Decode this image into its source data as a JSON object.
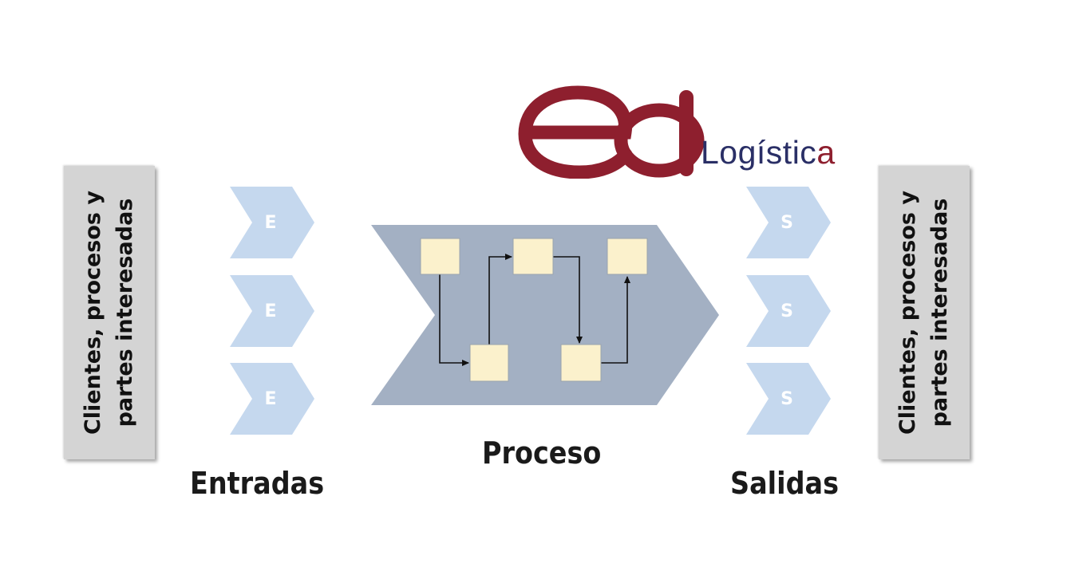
{
  "side_panels": {
    "left_line1": "Clientes, procesos y",
    "left_line2": "partes interesadas",
    "right_line1": "Clientes, procesos y",
    "right_line2": "partes interesadas"
  },
  "inputs": {
    "letters": [
      "E",
      "E",
      "E"
    ],
    "label": "Entradas"
  },
  "process": {
    "label": "Proceso"
  },
  "outputs": {
    "letters": [
      "S",
      "S",
      "S"
    ],
    "label": "Salidas"
  },
  "logo": {
    "mark": "ea",
    "word_main": "Logístic",
    "word_tail": "a"
  },
  "colors": {
    "chevron_light": "#c5d8ee",
    "process_fill": "#a3b0c3",
    "step_box": "#fbf1cc",
    "logo_red": "#8e1f2e",
    "logo_blue": "#2a2f66"
  }
}
